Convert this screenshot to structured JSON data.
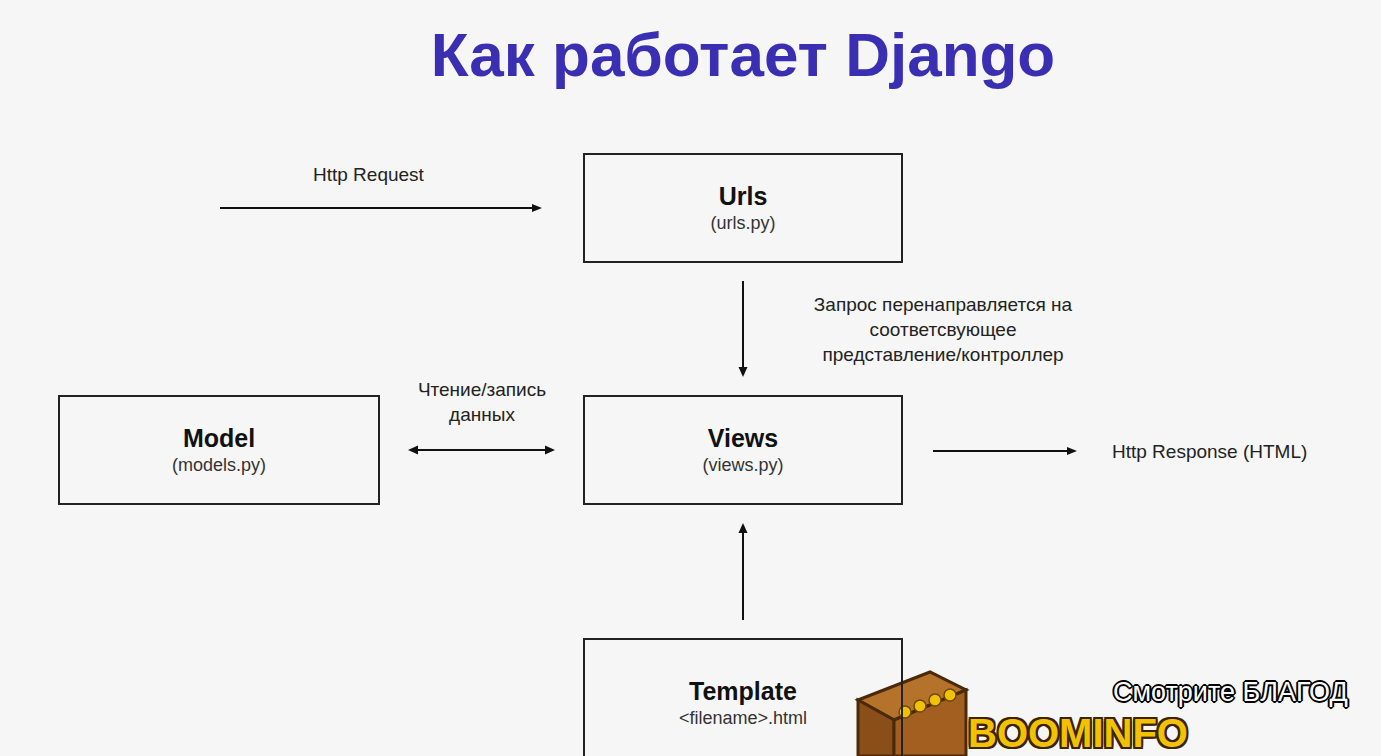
{
  "diagram": {
    "title": "Как работает Django",
    "nodes": [
      {
        "text": [
          "Urls",
          "(urls.py)"
        ]
      },
      {
        "text": [
          "Model",
          "(models.py)"
        ]
      },
      {
        "text": [
          "Views",
          "(views.py)"
        ]
      },
      {
        "text": [
          "Template",
          "<filename>.html"
        ]
      }
    ],
    "edges": [
      {
        "from": 0,
        "to": 2,
        "arrow": "to",
        "label": "Запрос перенаправляется на соответсвующее представление/контроллер"
      },
      {
        "from": 1,
        "to": 2,
        "arrow": "both",
        "label": "Чтение/запись данных"
      },
      {
        "from": 3,
        "to": 2,
        "arrow": "to"
      }
    ],
    "labels": [
      "Http Request",
      "Http Response (HTML)",
      "Смотрите БЛАГОД",
      "BOOMINFO"
    ]
  }
}
